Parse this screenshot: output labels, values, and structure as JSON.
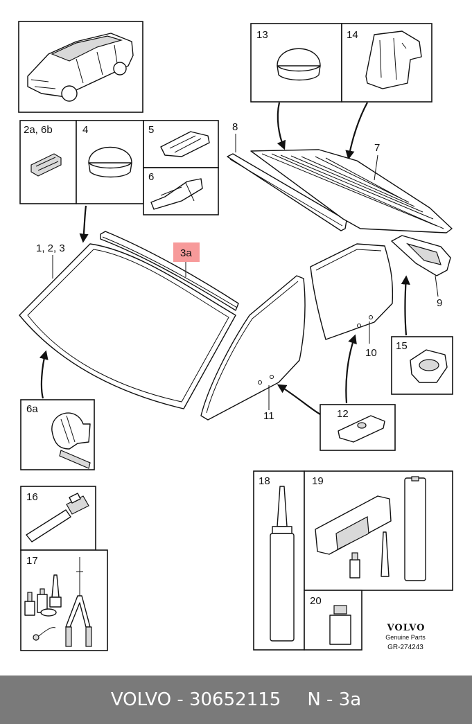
{
  "labels": {
    "l13": "13",
    "l14": "14",
    "l8": "8",
    "l7": "7",
    "l2a6b": "2a, 6b",
    "l4": "4",
    "l5": "5",
    "l6": "6",
    "l123": "1, 2, 3",
    "l3a": "3a",
    "l9": "9",
    "l10": "10",
    "l15": "15",
    "l6a": "6a",
    "l12": "12",
    "l11": "11",
    "l16": "16",
    "l17": "17",
    "l18": "18",
    "l19": "19",
    "l20": "20"
  },
  "branding": {
    "logo_text": "VOLVO",
    "genuine_parts": "Genuine Parts",
    "drawing_code": "GR-274243"
  },
  "highlight_color": "#f79a9a",
  "footer": {
    "brand": "VOLVO",
    "separator": "-",
    "part_number": "30652115",
    "position_label": "N",
    "position_separator": "-",
    "position_value": "3a"
  }
}
